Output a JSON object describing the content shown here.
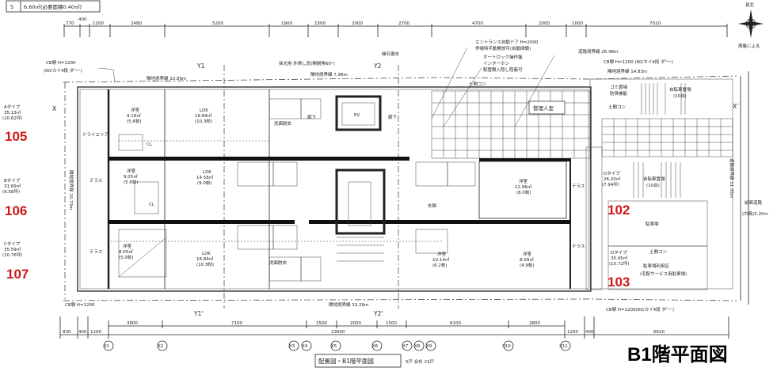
{
  "area_table": {
    "row": "5",
    "value": "6.60㎡(必要面積0.40㎡)"
  },
  "north": {
    "label": "真北",
    "note": "測量による"
  },
  "top_dims": [
    "770",
    "400",
    "1200",
    "2480",
    "5200",
    "1900",
    "1500",
    "2000",
    "2700",
    "4700",
    "2000",
    "1000",
    "7010"
  ],
  "bottom_dims_row1": [
    "3800",
    "7100",
    "1500",
    "2000",
    "1500",
    "6100",
    "2800"
  ],
  "bottom_dims_row2": [
    "830",
    "400",
    "1200",
    "23600",
    "1200",
    "400",
    "6620"
  ],
  "grid_labels": [
    "X1",
    "X2",
    "X3",
    "X4",
    "X5",
    "X6",
    "X7",
    "X8",
    "X9",
    "X10",
    "X11"
  ],
  "section_marks": {
    "y1": "Y1",
    "y1p": "Y1'",
    "y2": "Y2",
    "y2p": "Y2'",
    "x": "X",
    "xp": "X'"
  },
  "annotations": {
    "cb_top_left": "CB塀 H=1200",
    "cb_top_left_2": "(60/カイ4段 ダ\"ー)",
    "cb_top_right": "CB塀 H=1200 (60/カイ4段 ダ\"ー)",
    "cb_bottom_left": "CB塀 H=1200",
    "cb_bottom_right": "CB塀 H=1200(60/カイ4段 ダ\"ー)",
    "boundary_top1": "隣地境界線 10.89m",
    "boundary_top2": "隣地境界線 7.98m",
    "boundary_top3": "隣地境界線 14.83m",
    "boundary_top4": "道路境界線 26.48m",
    "boundary_bottom": "隣地境界線 33.26m",
    "boundary_left": "隣地境界線 10.73m",
    "boundary_right": "道路境界線 11.35m",
    "front_road": "前面道路",
    "front_road_width": "(巾員)5.20m",
    "opening": "採光用 外倒し窓(開閉角60°)",
    "stone": "縁石撤去",
    "entrance": "エントランス自動ドア H=2000",
    "entrance_2": "停電時手動開放可(自動閉鎖)",
    "autolock": "オートロック操作盤",
    "interphone": "インターホン",
    "delivery": "配管類入隠し隠蔽可",
    "outdoor_outlet": "土間コン",
    "garbage": "ゴミ置場",
    "garbage_2": "防臭機能",
    "manager": "管理人室",
    "bicycle1": "自転車置場",
    "bicycle1_2": "(10台)",
    "bicycle2": "自転車置場",
    "bicycle2_2": "(10台)",
    "parking": "駐車場",
    "bike_note": "駐車場利用区",
    "service": "(宅配サービス用駐車場)",
    "concrete": "土間コン"
  },
  "units": [
    {
      "number": "105",
      "type": "Aタイプ",
      "area": "35.13㎡",
      "tsubo": "(10.62坪)"
    },
    {
      "number": "106",
      "type": "Bタイプ",
      "area": "31.69㎡",
      "tsubo": "(9.58坪)"
    },
    {
      "number": "107",
      "type": "Cタイプ",
      "area": "35.59㎡",
      "tsubo": "(10.76坪)"
    },
    {
      "number": "102",
      "type": "Dタイプ",
      "area": "26.20㎡",
      "tsubo": "(7.94坪)"
    },
    {
      "number": "103",
      "type": "Dタイプ",
      "area": "35.45㎡",
      "tsubo": "(10.72坪)"
    }
  ],
  "rooms": [
    {
      "name": "洋室",
      "area": "9.18㎡",
      "jo": "(5.6帖)"
    },
    {
      "name": "LDK",
      "area": "16.84㎡",
      "jo": "(10.3帖)"
    },
    {
      "name": "洋室",
      "area": "9.05㎡",
      "jo": "(5.6帖)"
    },
    {
      "name": "LDK",
      "area": "14.58㎡",
      "jo": "(9.0帖)"
    },
    {
      "name": "洋室",
      "area": "8.05㎡",
      "jo": "(5.0帖)"
    },
    {
      "name": "LDK",
      "area": "16.84㎡",
      "jo": "(10.3帖)"
    },
    {
      "name": "洋室",
      "area": "12.96㎡",
      "jo": "(8.0帖)"
    },
    {
      "name": "洋室",
      "area": "10.14㎡",
      "jo": "(6.2帖)"
    },
    {
      "name": "洋室",
      "area": "8.09㎡",
      "jo": "(4.9帖)"
    }
  ],
  "room_parts": {
    "terrace": "テラス",
    "dry_area": "ドライエリア",
    "cl": "CL",
    "ev": "EV",
    "corridor": "廊下",
    "entrance": "玄関",
    "wash": "洗面脱衣"
  },
  "footer": {
    "drawing_name": "配置図・B1階平面図",
    "count": "5戸  合計 23戸"
  },
  "page_title": "B1階平面図"
}
